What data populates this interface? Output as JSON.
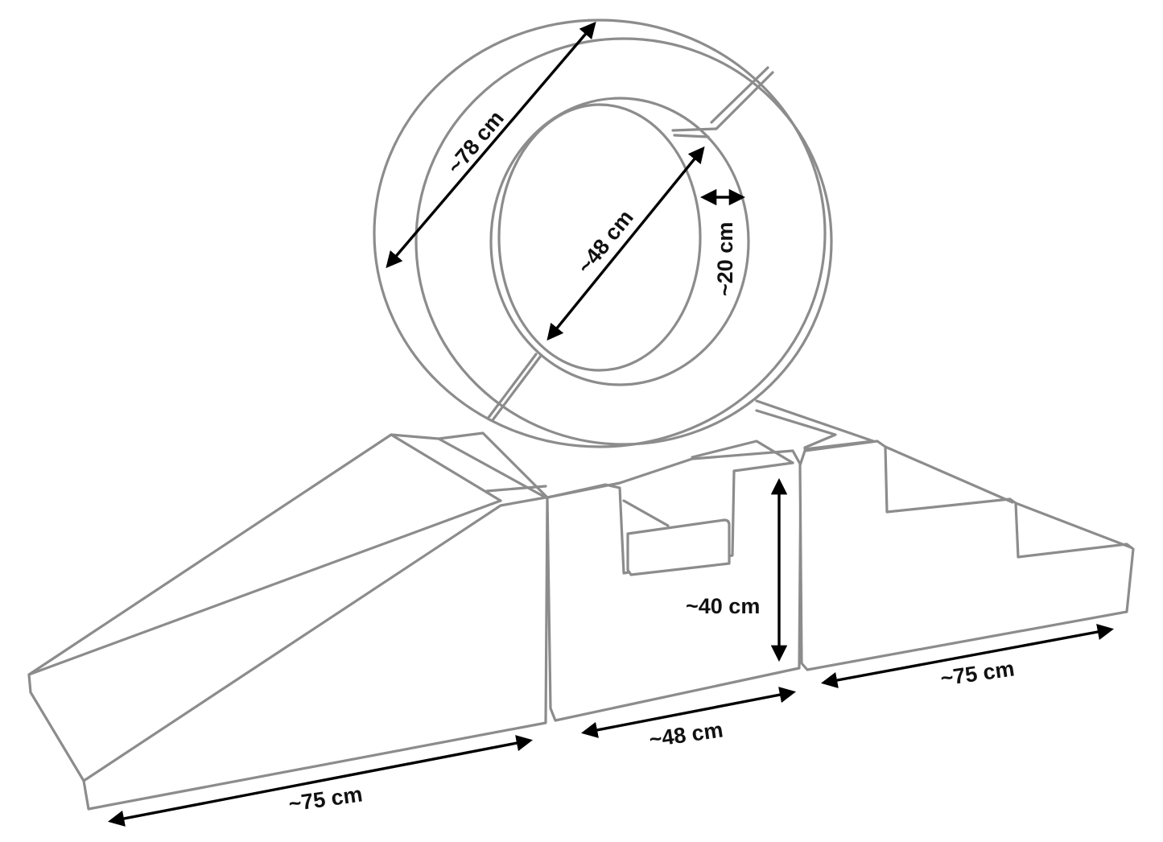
{
  "diagram": {
    "title": "",
    "line_color": "#8c8c8c",
    "dimension_color": "#000000",
    "components": [
      {
        "id": "ring",
        "label": "Ring (two halves)"
      },
      {
        "id": "ramp",
        "label": "Ramp block"
      },
      {
        "id": "cradle",
        "label": "Center cradle block with handle"
      },
      {
        "id": "stairs",
        "label": "Stairs block"
      }
    ],
    "dimensions": {
      "ring_outer_diameter": "~78 cm",
      "ring_inner_diameter": "~48 cm",
      "ring_thickness": "~20 cm",
      "cradle_height": "~40 cm",
      "ramp_length": "~75 cm",
      "cradle_width": "~48 cm",
      "stairs_length": "~75 cm"
    }
  }
}
